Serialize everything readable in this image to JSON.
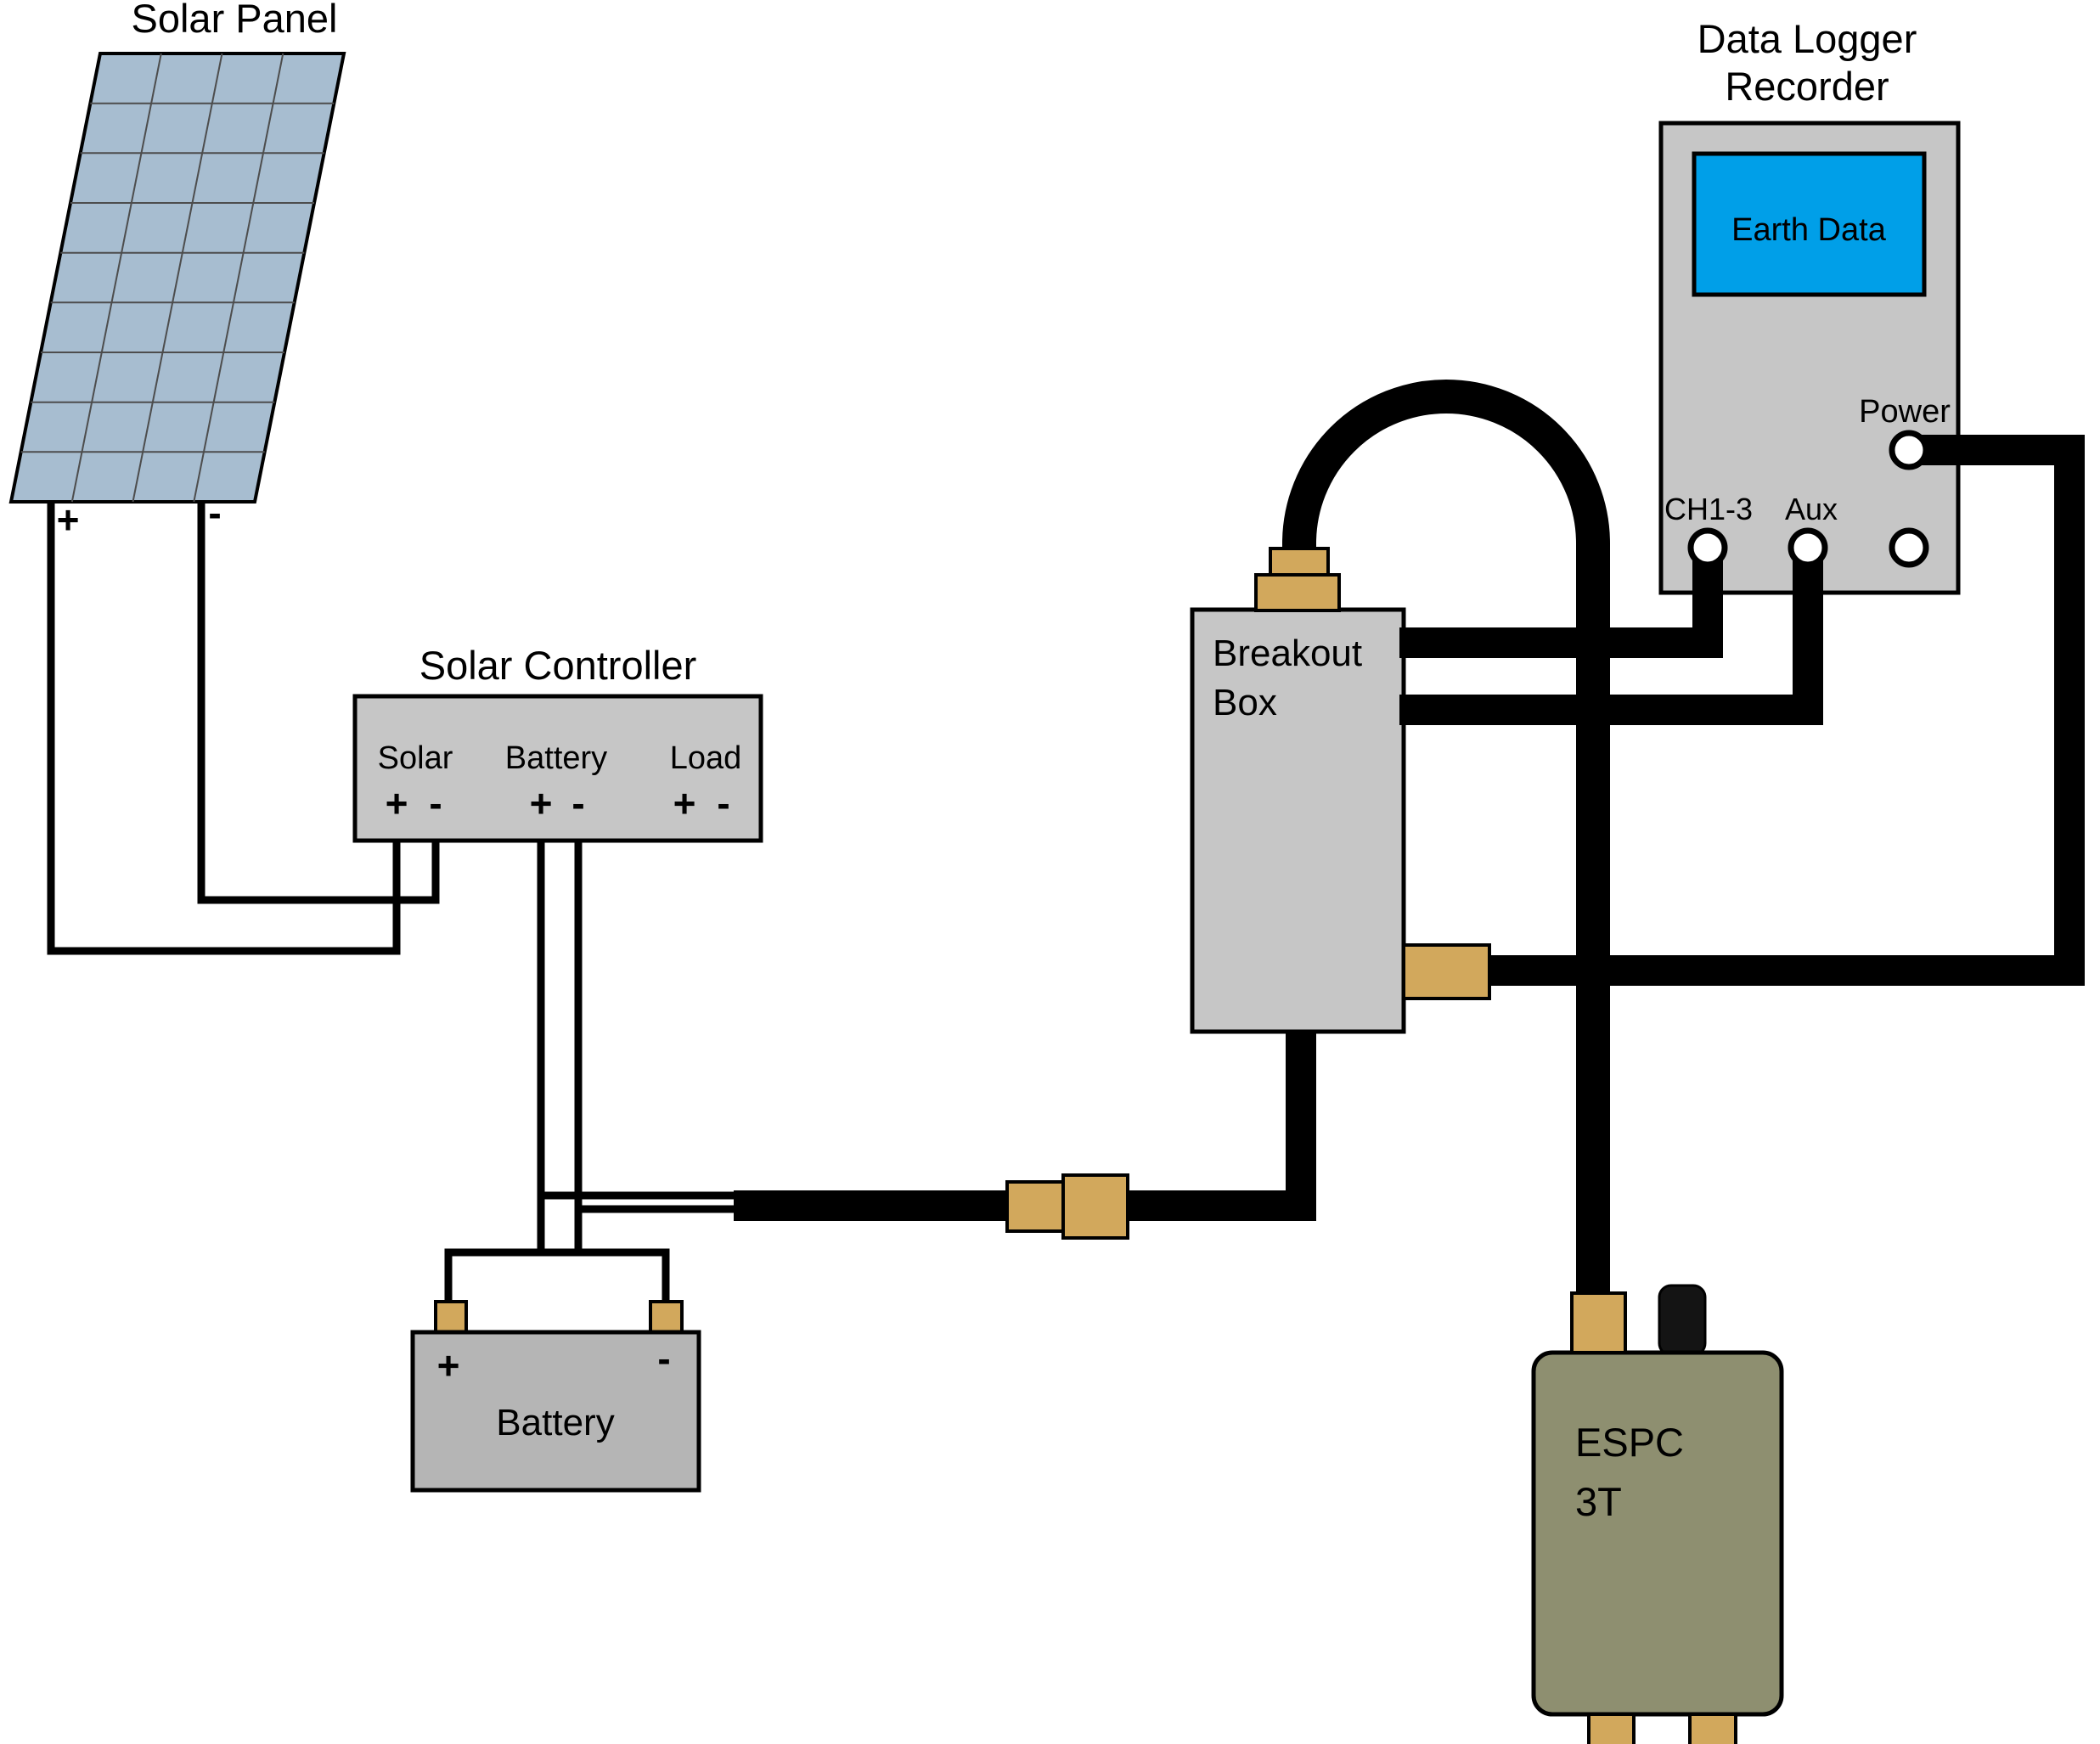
{
  "diagram": {
    "solar_panel": {
      "label": "Solar Panel",
      "plus": "+",
      "minus": "-"
    },
    "solar_controller": {
      "label": "Solar Controller",
      "terminals": [
        {
          "name": "Solar",
          "plus": "+",
          "minus": "-"
        },
        {
          "name": "Battery",
          "plus": "+",
          "minus": "-"
        },
        {
          "name": "Load",
          "plus": "+",
          "minus": "-"
        }
      ]
    },
    "battery": {
      "label": "Battery",
      "plus": "+",
      "minus": "-"
    },
    "breakout_box": {
      "label_line1": "Breakout",
      "label_line2": "Box"
    },
    "data_logger": {
      "title_line1": "Data Logger",
      "title_line2": "Recorder",
      "screen_text": "Earth Data",
      "power_label": "Power",
      "ch_label": "CH1-3",
      "aux_label": "Aux"
    },
    "espc": {
      "label_line1": "ESPC",
      "label_line2": "3T"
    }
  },
  "colors": {
    "panel_fill": "#a7bdd0",
    "box_gray": "#c6c6c6",
    "battery_gray": "#b5b5b5",
    "connector_tan": "#d2a85c",
    "screen_blue": "#009fe8",
    "espc_olive": "#8e8f70",
    "wire_black": "#000000"
  }
}
